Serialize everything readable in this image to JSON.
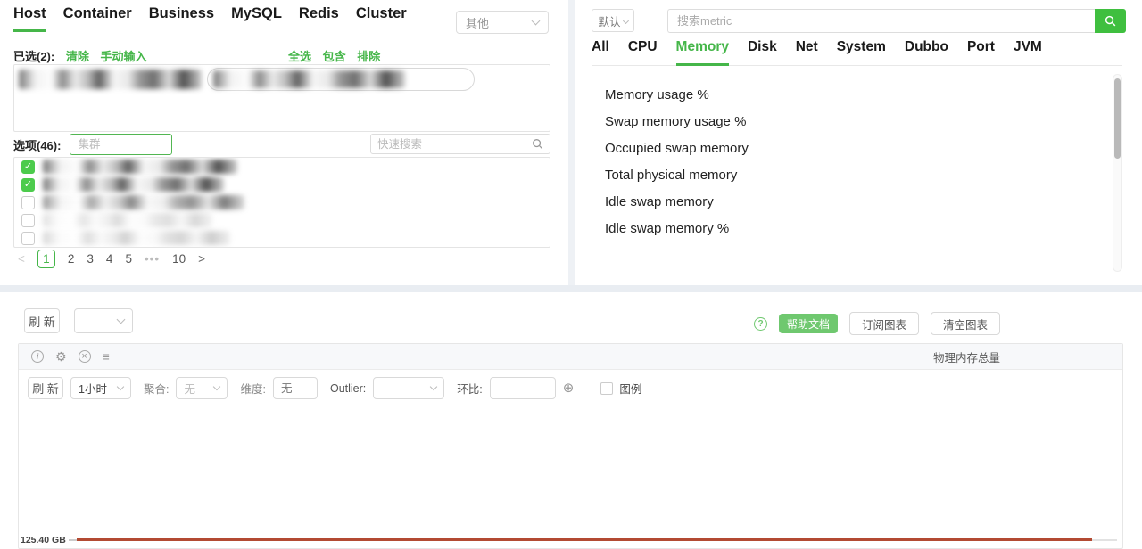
{
  "left_panel": {
    "nav_tabs": [
      {
        "label": "Host",
        "active": true
      },
      {
        "label": "Container",
        "active": false
      },
      {
        "label": "Business",
        "active": false
      },
      {
        "label": "MySQL",
        "active": false
      },
      {
        "label": "Redis",
        "active": false
      },
      {
        "label": "Cluster",
        "active": false
      }
    ],
    "more_dropdown_value": "其他",
    "selected": {
      "label": "已选(2):",
      "clear_link": "清除",
      "manual_input_link": "手动输入",
      "select_all_link": "全选",
      "include_link": "包含",
      "exclude_link": "排除",
      "redacted_tag_count": 2
    },
    "options": {
      "label": "选项(46):",
      "cluster_placeholder": "集群",
      "quick_search_placeholder": "快速搜索",
      "rows": [
        {
          "checked": true,
          "redacted": true
        },
        {
          "checked": true,
          "redacted": true
        },
        {
          "checked": false,
          "redacted": true
        },
        {
          "checked": false,
          "redacted": true
        },
        {
          "checked": false,
          "redacted": true
        }
      ]
    },
    "pagination": {
      "prev": "<",
      "next": ">",
      "pages": [
        "1",
        "2",
        "3",
        "4",
        "5"
      ],
      "ellipsis": "•••",
      "last_page": "10",
      "current": "1"
    }
  },
  "right_panel": {
    "preset_dropdown_value": "默认",
    "search_placeholder": "搜索metric",
    "tabs": [
      {
        "label": "All",
        "active": false
      },
      {
        "label": "CPU",
        "active": false
      },
      {
        "label": "Memory",
        "active": true
      },
      {
        "label": "Disk",
        "active": false
      },
      {
        "label": "Net",
        "active": false
      },
      {
        "label": "System",
        "active": false
      },
      {
        "label": "Dubbo",
        "active": false
      },
      {
        "label": "Port",
        "active": false
      },
      {
        "label": "JVM",
        "active": false
      }
    ],
    "metrics": [
      {
        "label": "Memory usage %"
      },
      {
        "label": "Swap memory usage %"
      },
      {
        "label": "Occupied swap memory"
      },
      {
        "label": "Total physical memory"
      },
      {
        "label": "Idle swap memory"
      },
      {
        "label": "Idle swap memory %"
      }
    ]
  },
  "bottom": {
    "refresh_label": "刷 新",
    "help_doc_label": "帮助文档",
    "subscribe_label": "订阅图表",
    "clear_charts_label": "清空图表",
    "chart": {
      "title": "物理内存总量",
      "toolbar": {
        "refresh_label": "刷 新",
        "time_range_value": "1小时",
        "aggregate_label": "聚合:",
        "aggregate_value": "无",
        "dimension_label": "维度:",
        "dimension_value": "无",
        "outlier_label": "Outlier:",
        "ratio_label": "环比:",
        "legend_label": "图例",
        "legend_checked": false
      },
      "y_axis_label": "125.40 GB"
    }
  },
  "chart_data": {
    "type": "line",
    "title": "物理内存总量",
    "time_range": "1小时",
    "series": [
      {
        "name": "物理内存总量",
        "shape": "constant-horizontal-line",
        "value": 125.4,
        "unit": "GB",
        "color": "#b34a32"
      }
    ],
    "y_tick_labels": [
      "125.40 GB"
    ],
    "x_tick_labels": [],
    "grid": false,
    "legend_visible": false
  },
  "colors": {
    "accent_green": "#45b649",
    "search_button_green": "#3fbf3f",
    "help_button_green": "#6fc86f",
    "checkbox_green": "#4ccb4c",
    "line_red": "#b34a32"
  }
}
